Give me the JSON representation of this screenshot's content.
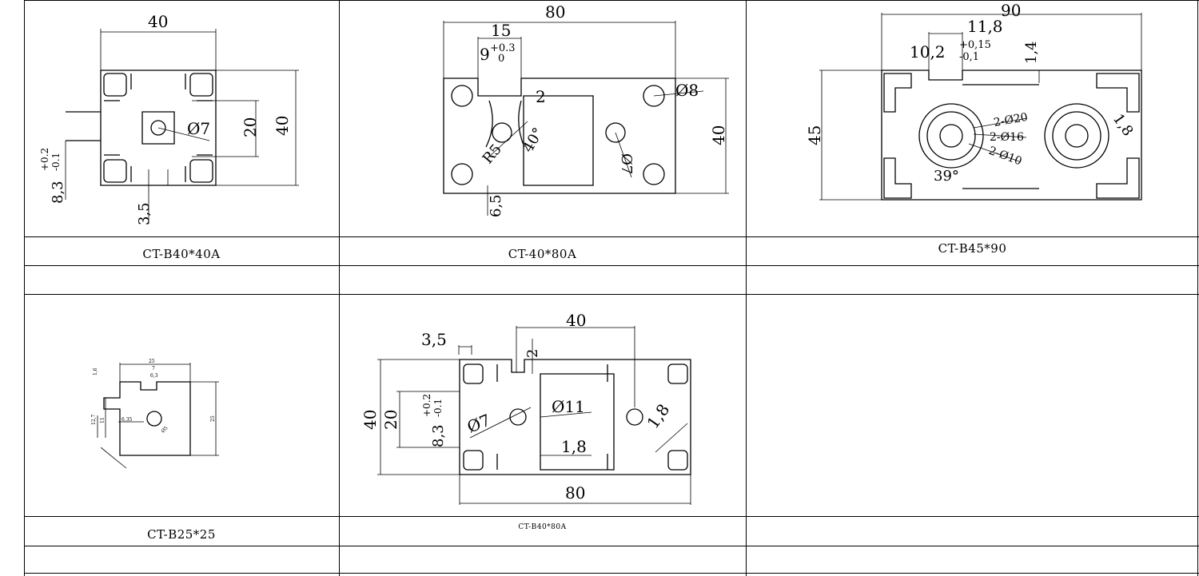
{
  "table": {
    "rows": [
      {
        "labels": [
          "CT-B40*40A",
          "CT-40*80A",
          "CT-B45*90"
        ]
      },
      {
        "labels": [
          "CT-B25*25",
          "CT-B40*80A",
          ""
        ]
      }
    ]
  },
  "drawings": {
    "b40x40a": {
      "width_dim": "40",
      "height_dim": "40",
      "inner_dim": "20",
      "hole_dim": "Ø7",
      "slot_dim": "8,3",
      "slot_tol_upper": "+0.2",
      "slot_tol_lower": "-0.1",
      "wall_dim": "3,5"
    },
    "ct40x80a": {
      "width_dim": "80",
      "slot_width": "15",
      "slot_depth": "9",
      "slot_tol_upper": "+0.3",
      "slot_tol_lower": "0",
      "wall_dim": "2",
      "hole_dim_top": "Ø8",
      "height_dim": "40",
      "radius_dim": "R5",
      "angle_dim": "40°",
      "hole_dim_bottom": "Ø7",
      "bottom_dim": "6,5"
    },
    "b45x90": {
      "width_dim": "90",
      "slot_width": "11,8",
      "slot_depth": "10,2",
      "slot_tol_upper": "+0,15",
      "slot_tol_lower": "-0,1",
      "lip_dim": "1,4",
      "height_dim": "45",
      "ring_outer": "2-Ø20",
      "ring_mid": "2-Ø16",
      "ring_inner": "2-Ø10",
      "angle_dim": "39°",
      "wall_dim": "1,8"
    },
    "b25x25": {
      "w": "25",
      "s1": "7",
      "s2": "6,3",
      "h1": "1,6",
      "h2": "12,7",
      "h3": "11",
      "h4": "6,35",
      "h5": "25",
      "hole": "Ø5"
    },
    "b40x80a": {
      "top_dim": "40",
      "wall_dim": "3,5",
      "lip_dim": "2",
      "height_dim": "40",
      "inner_dim": "20",
      "slot_dim": "8,3",
      "slot_tol_upper": "+0.2",
      "slot_tol_lower": "-0.1",
      "hole_left": "Ø7",
      "hole_center": "Ø11",
      "wall_inner": "1,8",
      "wall_right": "1,8",
      "width_dim": "80"
    }
  }
}
